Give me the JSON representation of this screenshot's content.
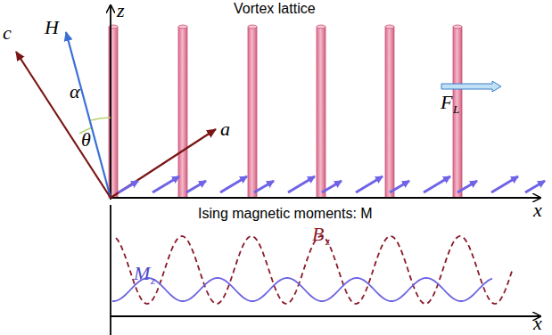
{
  "diagram": {
    "labels": [
      "Vortex lattice",
      "z",
      "H",
      "c",
      "α",
      "θ",
      "a",
      "F",
      "L",
      "x",
      "Ising magnetic moments: M",
      "M",
      "z",
      "B",
      "z",
      "x"
    ]
  }
}
